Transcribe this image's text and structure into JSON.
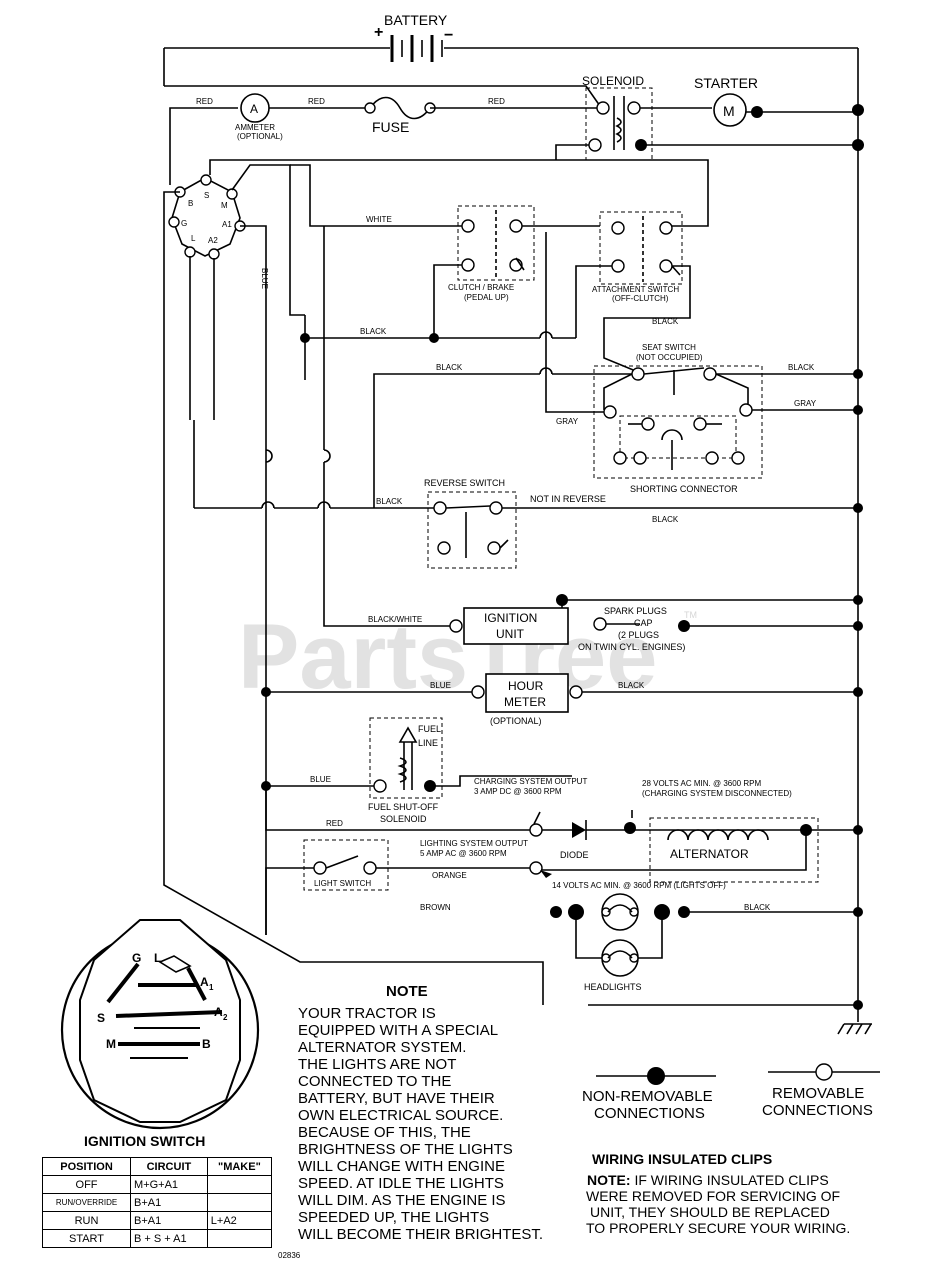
{
  "labels": {
    "battery": "BATTERY",
    "battery_plus": "+",
    "battery_minus": "−",
    "solenoid": "SOLENOID",
    "starter": "STARTER",
    "starter_motor": "M",
    "ammeter_letter": "A",
    "ammeter": "AMMETER",
    "ammeter_optional": "(OPTIONAL)",
    "fuse": "FUSE",
    "clutch_brake": "CLUTCH / BRAKE",
    "clutch_brake_state": "(PEDAL UP)",
    "attachment_switch": "ATTACHMENT SWITCH",
    "attachment_state": "(OFF-CLUTCH)",
    "seat_switch": "SEAT SWITCH",
    "seat_state": "(NOT OCCUPIED)",
    "shorting_connector": "SHORTING CONNECTOR",
    "reverse_switch": "REVERSE SWITCH",
    "not_in_reverse": "NOT IN REVERSE",
    "ignition_unit_1": "IGNITION",
    "ignition_unit_2": "UNIT",
    "spark_plugs": "SPARK PLUGS",
    "spark_cap": "CAP",
    "spark_two": "(2 PLUGS",
    "spark_twin": "ON TWIN CYL. ENGINES)",
    "hour_meter_1": "HOUR",
    "hour_meter_2": "METER",
    "hour_optional": "(OPTIONAL)",
    "fuel_line_1": "FUEL",
    "fuel_line_2": "LINE",
    "fuel_shutoff_1": "FUEL SHUT-OFF",
    "fuel_shutoff_2": "SOLENOID",
    "charging_out_1": "CHARGING SYSTEM OUTPUT",
    "charging_out_2": "3 AMP DC @ 3600 RPM",
    "ac_28_1": "28 VOLTS AC MIN. @ 3600 RPM",
    "ac_28_2": "(CHARGING SYSTEM DISCONNECTED)",
    "diode": "DIODE",
    "alternator": "ALTERNATOR",
    "lighting_out_1": "LIGHTING SYSTEM OUTPUT",
    "lighting_out_2": "5 AMP AC @ 3600 RPM",
    "light_switch": "LIGHT SWITCH",
    "ac_14": "14 VOLTS AC MIN. @ 3600 RPM (LIGHTS OFF)",
    "headlights": "HEADLIGHTS",
    "term_b": "B",
    "term_s": "S",
    "term_m": "M",
    "term_g": "G",
    "term_a1": "A1",
    "term_l": "L",
    "term_a2": "A2",
    "watermark": "PartsTree",
    "trademark": "TM"
  },
  "wires": {
    "red": "RED",
    "white": "WHITE",
    "blue": "BLUE",
    "black": "BLACK",
    "gray": "GRAY",
    "black_white": "BLACK/WHITE",
    "orange": "ORANGE",
    "brown": "BROWN"
  },
  "ignition_switch": {
    "title": "IGNITION SWITCH",
    "g": "G",
    "l": "L",
    "a1": "A",
    "a1_sub": "1",
    "a2": "A",
    "a2_sub": "2",
    "s": "S",
    "m": "M",
    "b": "B"
  },
  "legend": {
    "non_removable_1": "NON-REMOVABLE",
    "non_removable_2": "CONNECTIONS",
    "removable_1": "REMOVABLE",
    "removable_2": "CONNECTIONS"
  },
  "note": {
    "heading": "NOTE",
    "lines": [
      "YOUR TRACTOR IS",
      "EQUIPPED WITH A SPECIAL",
      "ALTERNATOR SYSTEM.",
      "THE LIGHTS ARE NOT",
      "CONNECTED TO THE",
      "BATTERY, BUT HAVE THEIR",
      "OWN ELECTRICAL SOURCE.",
      "BECAUSE OF THIS, THE",
      "BRIGHTNESS OF THE LIGHTS",
      "WILL CHANGE WITH ENGINE",
      "SPEED.  AT IDLE THE LIGHTS",
      "WILL DIM.  AS THE ENGINE IS",
      "SPEEDED UP, THE LIGHTS",
      "WILL BECOME THEIR BRIGHTEST."
    ]
  },
  "clips": {
    "heading": "WIRING INSULATED CLIPS",
    "note_label": "NOTE:",
    "line1": " IF WIRING INSULATED CLIPS",
    "line2": "WERE REMOVED FOR SERVICING OF",
    "line3": "UNIT, THEY SHOULD BE REPLACED",
    "line4": "TO PROPERLY SECURE YOUR WIRING."
  },
  "table": {
    "headers": [
      "POSITION",
      "CIRCUIT",
      "\"MAKE\""
    ],
    "rows": [
      [
        "OFF",
        "M+G+A1",
        ""
      ],
      [
        "RUN/OVERRIDE",
        "B+A1",
        ""
      ],
      [
        "RUN",
        "B+A1",
        "L+A2"
      ],
      [
        "START",
        "B + S + A1",
        ""
      ]
    ]
  },
  "drawing_number": "02836"
}
